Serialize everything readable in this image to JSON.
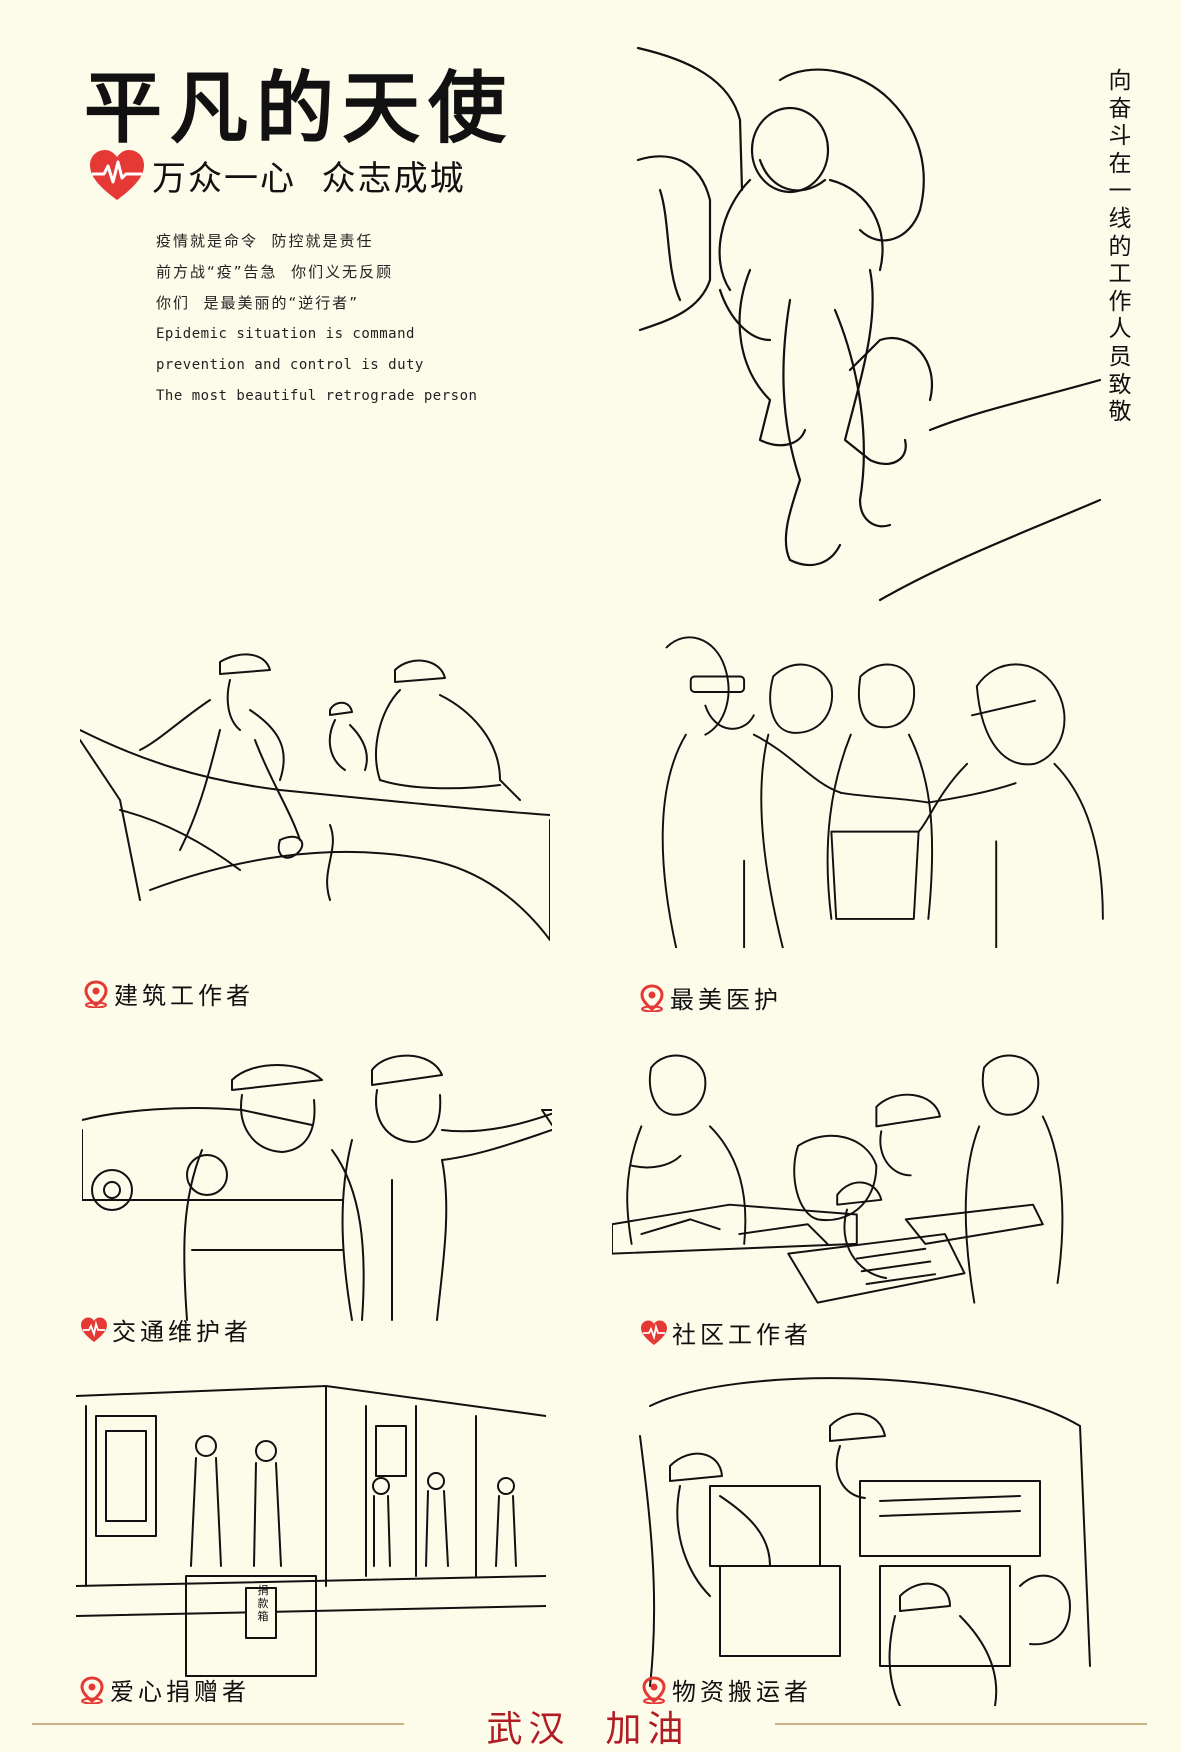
{
  "title": "平凡的天使",
  "subtitle": "万众一心  众志成城",
  "poem": {
    "zh": [
      "疫情就是命令  防控就是责任",
      "前方战“疫”告急  你们义无反顾",
      "你们  是最美丽的“逆行者”"
    ],
    "en": [
      "Epidemic situation is command",
      "prevention and control is duty",
      "The most beautiful retrograde person"
    ]
  },
  "vertical_text": "向奋斗在一线的工作人员致敬",
  "captions": {
    "construction": "建筑工作者",
    "medical": "最美医护",
    "traffic": "交通维护者",
    "community": "社区工作者",
    "donor": "爱心捐赠者",
    "supplies": "物资搬运者"
  },
  "illustration_labels": {
    "donation_box": "捐款箱"
  },
  "footer": "武汉  加油",
  "colors": {
    "accent_red": "#e53935",
    "footer_red": "#b11d24",
    "background": "#fdfbea",
    "line": "#c9b48a"
  },
  "icons": {
    "heart": "heart-pulse-icon",
    "pin": "location-pin-icon"
  }
}
